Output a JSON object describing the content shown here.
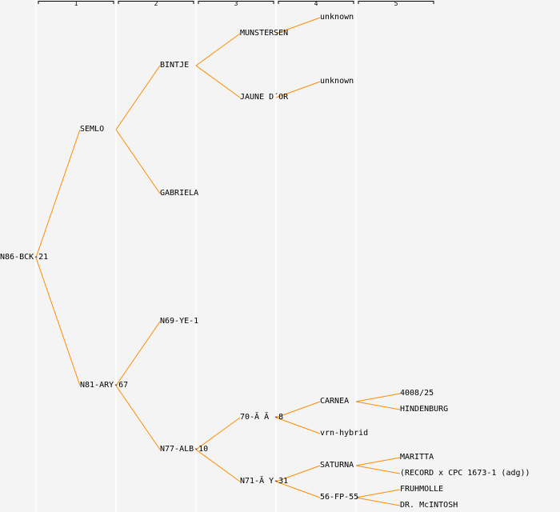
{
  "colors": {
    "background": "#f4f4f4",
    "edge": "#ff8c00",
    "separator": "#ffffff"
  },
  "columns": [
    "1",
    "2",
    "3",
    "4",
    "5"
  ],
  "nodes": [
    {
      "id": "n86",
      "label": "N86-BCK-21",
      "level": 0,
      "row": 16
    },
    {
      "id": "semlo",
      "label": "SEMLO",
      "level": 1,
      "row": 8,
      "parent": "n86"
    },
    {
      "id": "n81",
      "label": "N81-ARY-67",
      "level": 1,
      "row": 24,
      "parent": "n86"
    },
    {
      "id": "bintje",
      "label": "BINTJE",
      "level": 2,
      "row": 4,
      "parent": "semlo"
    },
    {
      "id": "gabriela",
      "label": "GABRIELA",
      "level": 2,
      "row": 12,
      "parent": "semlo"
    },
    {
      "id": "n69",
      "label": "N69-YE-1",
      "level": 2,
      "row": 20,
      "parent": "n81"
    },
    {
      "id": "n77",
      "label": "N77-ALB-10",
      "level": 2,
      "row": 28,
      "parent": "n81"
    },
    {
      "id": "munstersen",
      "label": "MUNSTERSEN",
      "level": 3,
      "row": 2,
      "parent": "bintje"
    },
    {
      "id": "jaune",
      "label": "JAUNE D´OR",
      "level": 3,
      "row": 6,
      "parent": "bintje"
    },
    {
      "id": "n70",
      "label": "70-Ă Ă -8",
      "level": 3,
      "row": 26,
      "parent": "n77"
    },
    {
      "id": "n71",
      "label": "N71-Ă Y-31",
      "level": 3,
      "row": 30,
      "parent": "n77"
    },
    {
      "id": "unk1",
      "label": "unknown",
      "level": 4,
      "row": 1,
      "parent": "munstersen"
    },
    {
      "id": "unk2",
      "label": "unknown",
      "level": 4,
      "row": 5,
      "parent": "jaune"
    },
    {
      "id": "carnea",
      "label": "CARNEA",
      "level": 4,
      "row": 25,
      "parent": "n70"
    },
    {
      "id": "vrn",
      "label": "vrn-hybrid",
      "level": 4,
      "row": 27,
      "parent": "n70"
    },
    {
      "id": "saturna",
      "label": "SATURNA",
      "level": 4,
      "row": 29,
      "parent": "n71"
    },
    {
      "id": "fp55",
      "label": "56-FP-55",
      "level": 4,
      "row": 31,
      "parent": "n71"
    },
    {
      "id": "n4008",
      "label": "4008/25",
      "level": 5,
      "row": 24.5,
      "parent": "carnea"
    },
    {
      "id": "hind",
      "label": "HINDENBURG",
      "level": 5,
      "row": 25.5,
      "parent": "carnea"
    },
    {
      "id": "maritta",
      "label": "MARITTA",
      "level": 5,
      "row": 28.5,
      "parent": "saturna"
    },
    {
      "id": "record",
      "label": "(RECORD x CPC 1673-1 (adg))",
      "level": 5,
      "row": 29.5,
      "parent": "saturna"
    },
    {
      "id": "fruh",
      "label": "FRUHMOLLE",
      "level": 5,
      "row": 30.5,
      "parent": "fp55"
    },
    {
      "id": "mcintosh",
      "label": "DR. McINTOSH",
      "level": 5,
      "row": 31.5,
      "parent": "fp55"
    }
  ]
}
